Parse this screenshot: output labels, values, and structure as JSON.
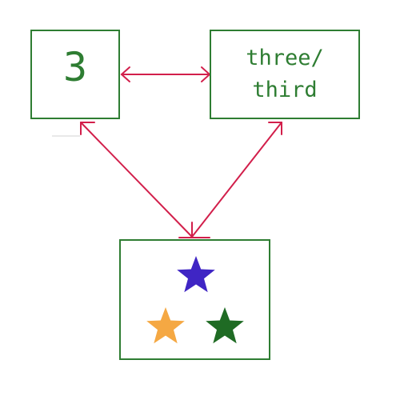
{
  "diagram": {
    "numeral_card": {
      "text": "3"
    },
    "word_card": {
      "line1": "three/",
      "line2": "third"
    },
    "quantity_card": {
      "stars": [
        {
          "name": "star-purple",
          "color": "#3f25c4"
        },
        {
          "name": "star-orange",
          "color": "#f5a843"
        },
        {
          "name": "star-green",
          "color": "#1f6b24"
        }
      ]
    },
    "colors": {
      "box_border": "#2e7d32",
      "text": "#2e7d32",
      "arrow": "#d21f4b"
    }
  }
}
